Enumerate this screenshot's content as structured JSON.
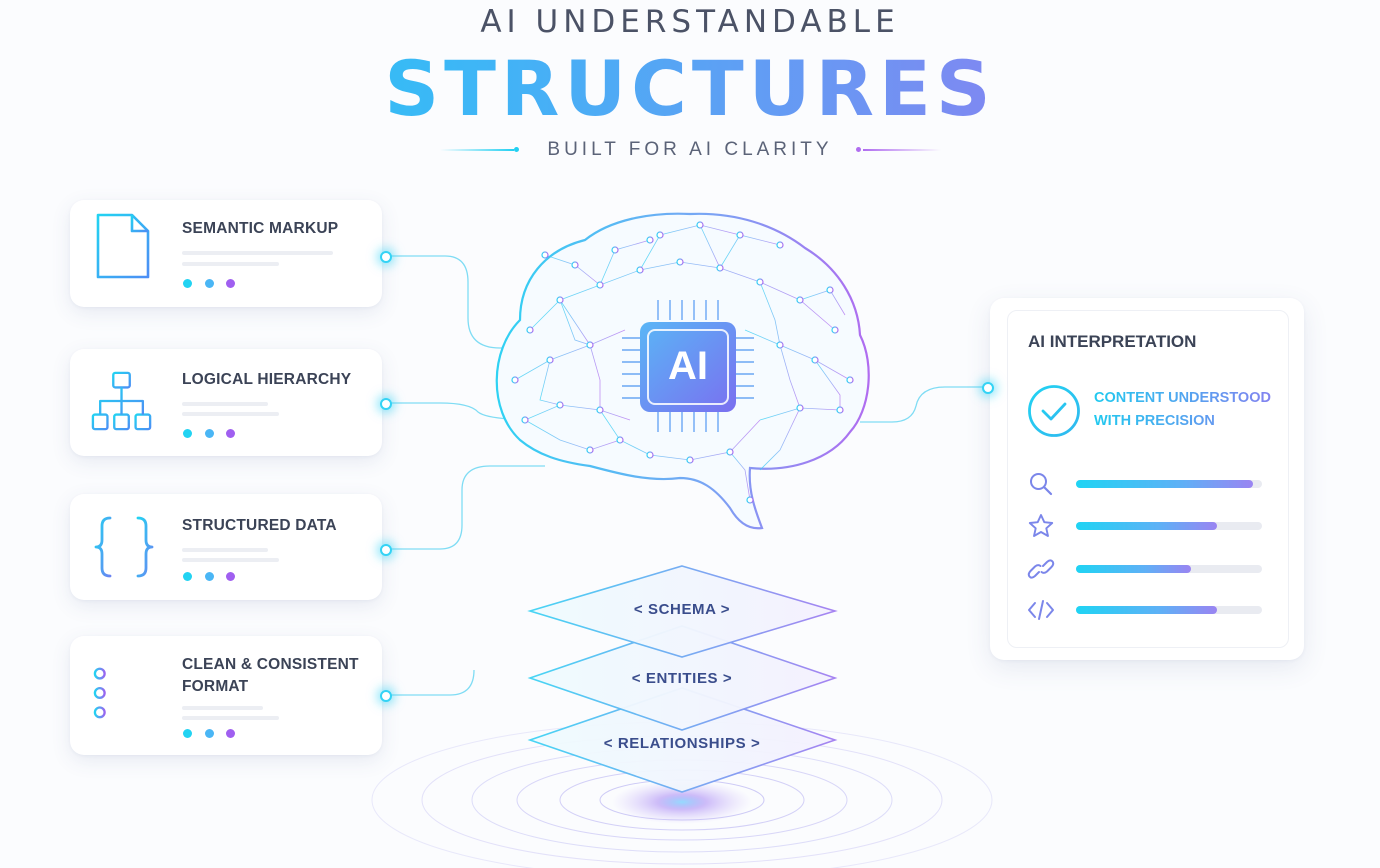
{
  "header": {
    "eyebrow": "AI UNDERSTANDABLE",
    "headline": "STRUCTURES",
    "tagline": "BUILT FOR AI CLARITY"
  },
  "cards": [
    {
      "title": "SEMANTIC MARKUP",
      "icon": "document-icon"
    },
    {
      "title": "LOGICAL HIERARCHY",
      "icon": "hierarchy-icon"
    },
    {
      "title": "STRUCTURED DATA",
      "icon": "curly-braces-icon"
    },
    {
      "title": "CLEAN & CONSISTENT FORMAT",
      "icon": "bulleted-list-icon"
    }
  ],
  "center": {
    "chip_label": "AI",
    "layers": [
      "< SCHEMA >",
      "< ENTITIES >",
      "< RELATIONSHIPS >"
    ]
  },
  "panel": {
    "title": "AI INTERPRETATION",
    "status": "CONTENT UNDERSTOOD WITH PRECISION",
    "metrics": [
      {
        "icon": "search-icon",
        "level": 0.95
      },
      {
        "icon": "star-icon",
        "level": 0.76
      },
      {
        "icon": "link-icon",
        "level": 0.62
      },
      {
        "icon": "code-icon",
        "level": 0.76
      }
    ]
  },
  "colors": {
    "cyan": "#22d3f2",
    "blue": "#4d8ef5",
    "purple": "#a65ff0",
    "text": "#3b4356"
  }
}
